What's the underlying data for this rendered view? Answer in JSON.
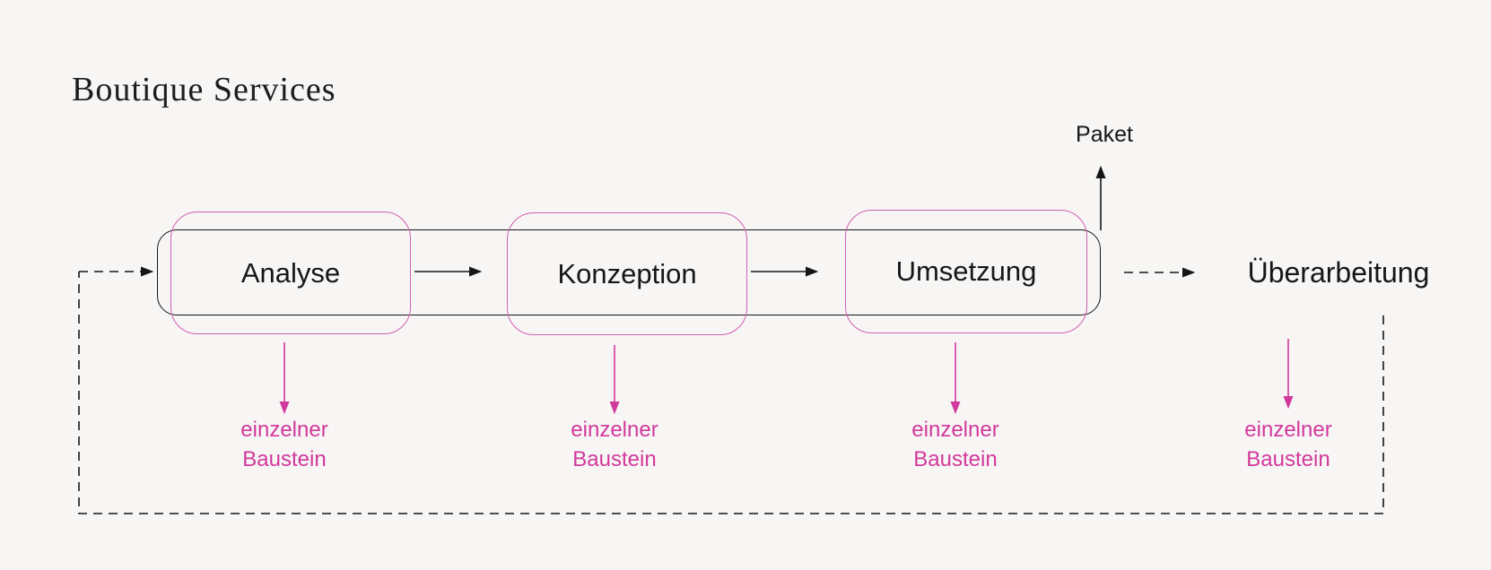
{
  "title": "Boutique Services",
  "stages": [
    {
      "label": "Analyse"
    },
    {
      "label": "Konzeption"
    },
    {
      "label": "Umsetzung"
    }
  ],
  "package_label": "Paket",
  "rework_label": "Überarbeitung",
  "unit_label": {
    "line1": "einzelner",
    "line2": "Baustein"
  },
  "colors": {
    "background": "#f7f6f5",
    "ink": "#161616",
    "pink": "#d2399c",
    "pink-border": "#d45fb0"
  }
}
